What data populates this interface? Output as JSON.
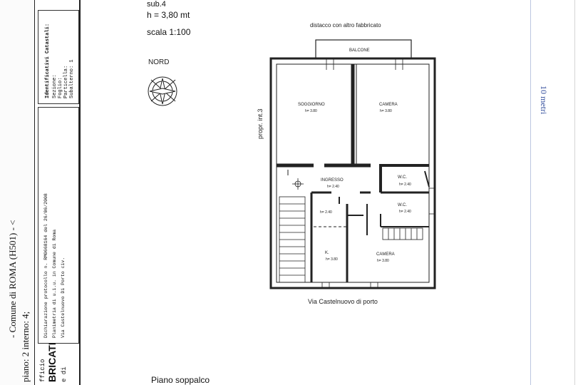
{
  "header": {
    "sub": "sub.4",
    "height": "h = 3,80 mt",
    "scale": "scala 1:100"
  },
  "north": {
    "label": "NORD",
    "icon": "north-arrow-icon"
  },
  "plan": {
    "top_note": "distacco con altro fabbricato",
    "side_note": "propr. int.3",
    "street": "Via Castelnuovo di porto",
    "rooms": {
      "balcone": "BALCONE",
      "soggiorno": "SOGGIORNO",
      "soggiorno_h": "h= 3.80",
      "camera_top": "CAMERA",
      "camera_top_h": "h= 3.80",
      "ingresso": "INGRESSO",
      "ingresso_h": "h= 2.40",
      "wc1": "W.C.",
      "wc1_h": "h= 2.40",
      "wc2": "W.C.",
      "wc2_h": "h= 2.40",
      "corridor_h": "h= 2.40",
      "k": "K.",
      "k_h": "h= 3.80",
      "camera_bottom": "CAMERA",
      "camera_bottom_h": "h= 3.80"
    }
  },
  "footer": {
    "floor": "Piano soppalco"
  },
  "scale_bar": {
    "label": "10 metri"
  },
  "side_panel": {
    "ident_title": "Identificativi Catastali:",
    "ident_sezione": "Sezione:",
    "ident_foglio": "Foglio:",
    "ident_particella": "Particella:",
    "ident_subalterno": "Subalterno: 1",
    "decl_line1": "Dichiarazione protocollo n.   RM0668164 del   26/06/2008",
    "decl_line2": "Planimetria di u.i.u. in Comune di Roma",
    "decl_line3": "Via Castelnuovo Di Porto                               civ.",
    "comune": "- Comune di ROMA (H501) - <",
    "piano": "piano: 2 interno: 4;",
    "fabbricati": "BRICATI",
    "ufficio": "fficio",
    "edi": "e di"
  },
  "colors": {
    "ink": "#222222",
    "scale_blue": "#2e4a9a"
  }
}
